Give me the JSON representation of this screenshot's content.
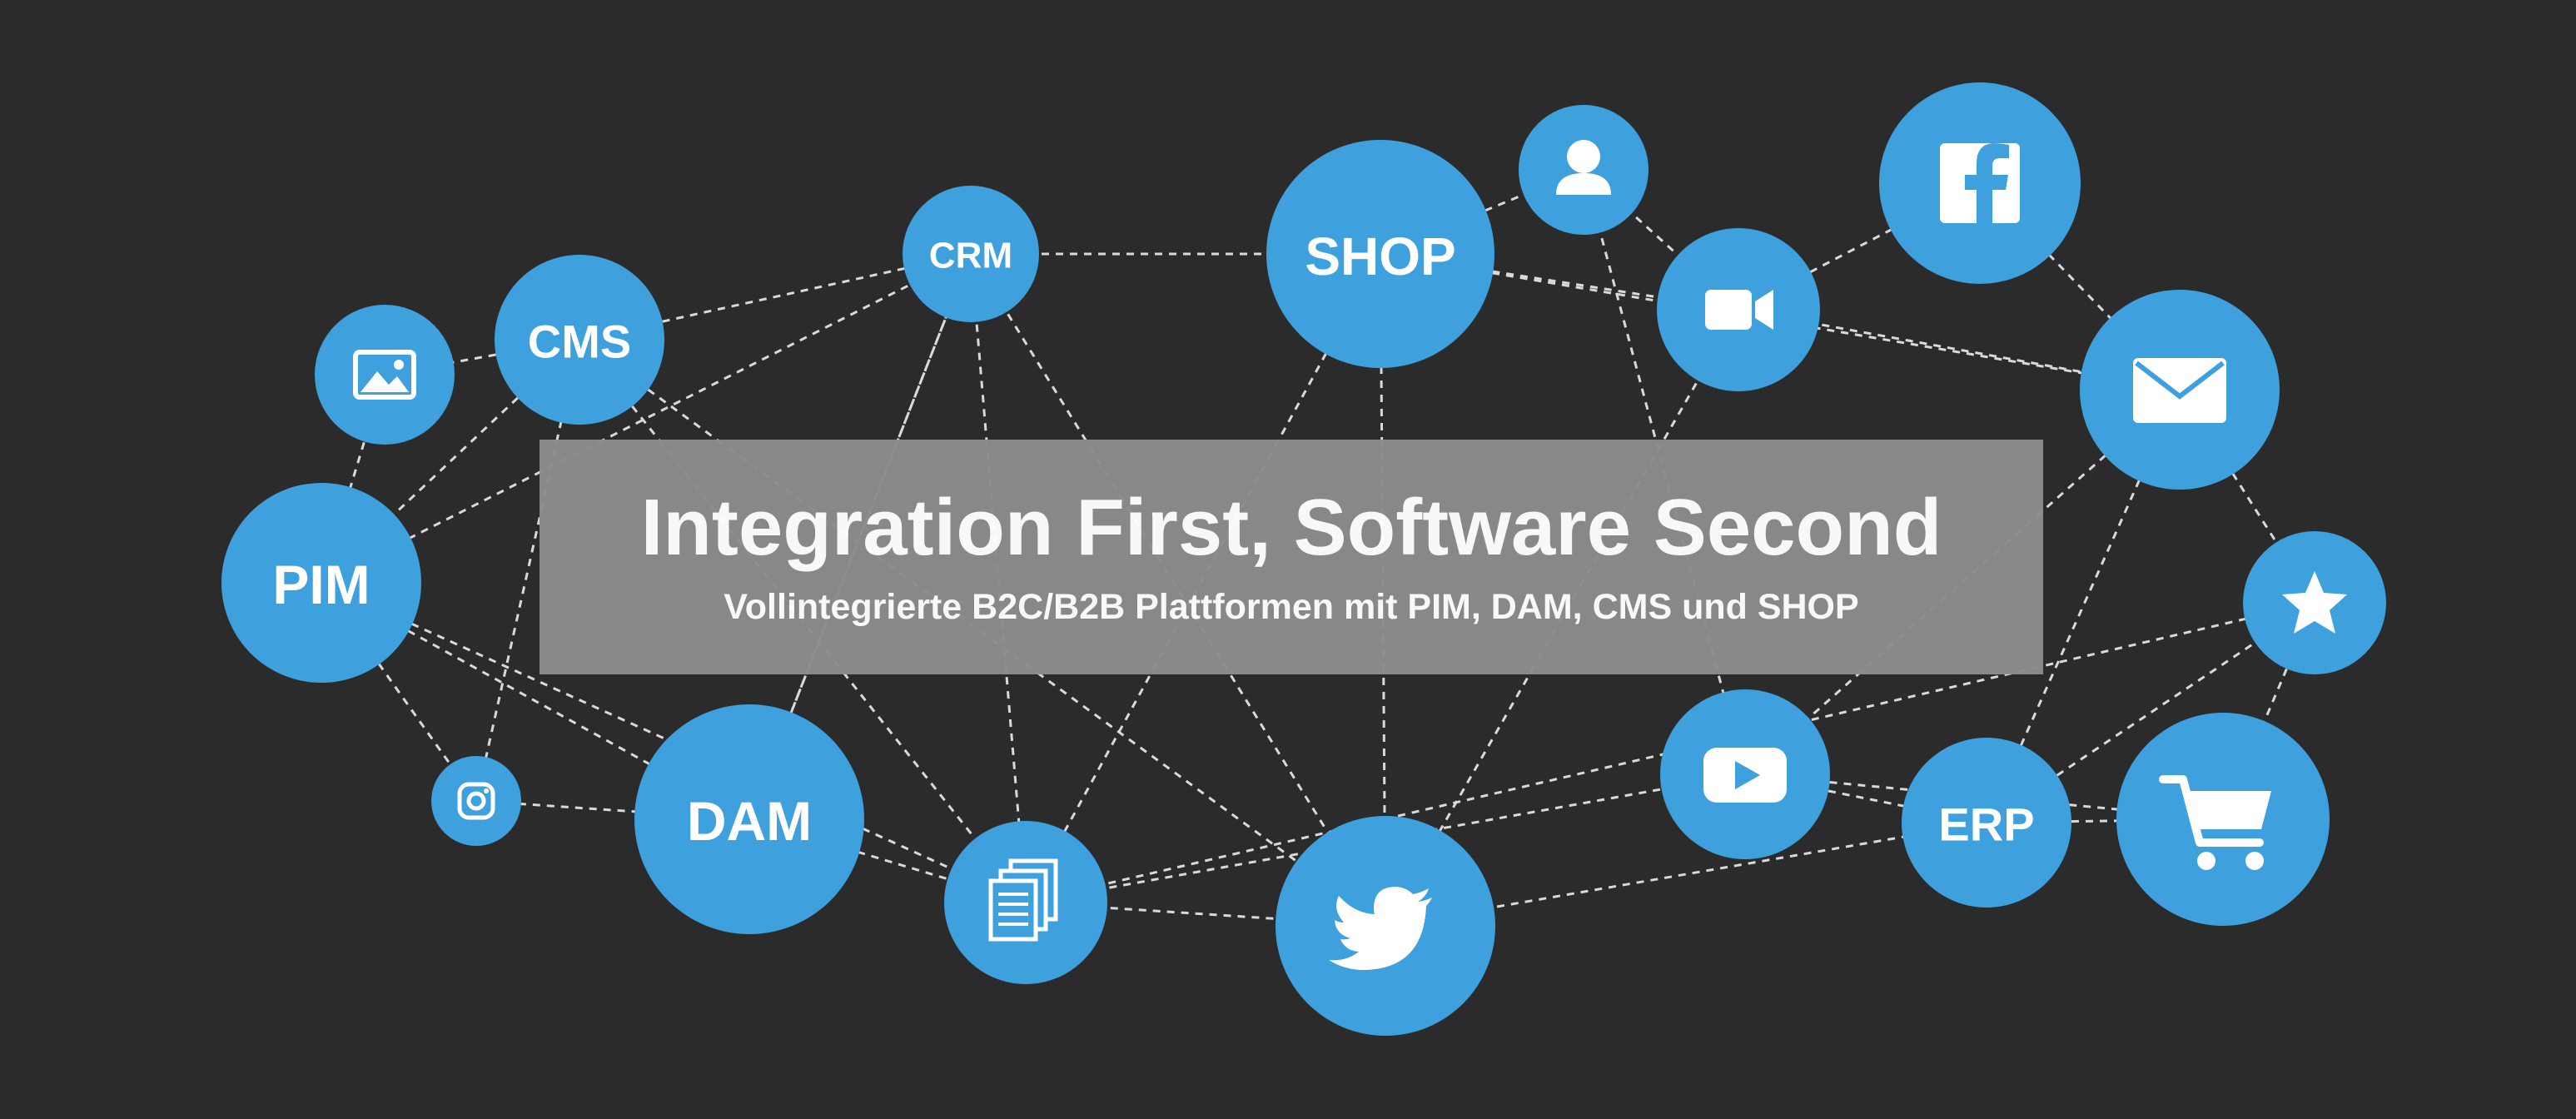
{
  "banner": {
    "title": "Integration First, Software Second",
    "subtitle": "Vollintegrierte B2C/B2B Plattformen mit PIM, DAM, CMS und SHOP"
  },
  "colors": {
    "background": "#2b2b2b",
    "node": "#3ea0dc",
    "edge": "#d9d9d9",
    "banner": "#8c8c8a",
    "text": "#ffffff"
  },
  "nodes": [
    {
      "id": "crm",
      "label": "CRM"
    },
    {
      "id": "shop",
      "label": "SHOP"
    },
    {
      "id": "user",
      "icon": "user-icon"
    },
    {
      "id": "facebook",
      "icon": "facebook-icon"
    },
    {
      "id": "image",
      "icon": "image-icon"
    },
    {
      "id": "cms",
      "label": "CMS"
    },
    {
      "id": "video",
      "icon": "video-camera-icon"
    },
    {
      "id": "mail",
      "icon": "mail-icon"
    },
    {
      "id": "pim",
      "label": "PIM"
    },
    {
      "id": "star",
      "icon": "star-icon"
    },
    {
      "id": "instagram",
      "icon": "instagram-icon"
    },
    {
      "id": "dam",
      "label": "DAM"
    },
    {
      "id": "documents",
      "icon": "documents-icon"
    },
    {
      "id": "twitter",
      "icon": "twitter-icon"
    },
    {
      "id": "youtube",
      "icon": "youtube-icon"
    },
    {
      "id": "erp",
      "label": "ERP"
    },
    {
      "id": "cart",
      "icon": "shopping-cart-icon"
    }
  ],
  "edges": [
    [
      "cms",
      "image"
    ],
    [
      "cms",
      "crm"
    ],
    [
      "cms",
      "pim"
    ],
    [
      "cms",
      "twitter"
    ],
    [
      "cms",
      "documents"
    ],
    [
      "image",
      "pim"
    ],
    [
      "crm",
      "shop"
    ],
    [
      "crm",
      "dam"
    ],
    [
      "crm",
      "twitter"
    ],
    [
      "crm",
      "documents"
    ],
    [
      "crm",
      "pim"
    ],
    [
      "shop",
      "user"
    ],
    [
      "shop",
      "documents"
    ],
    [
      "shop",
      "mail"
    ],
    [
      "shop",
      "video"
    ],
    [
      "user",
      "video"
    ],
    [
      "user",
      "youtube"
    ],
    [
      "facebook",
      "video"
    ],
    [
      "facebook",
      "mail"
    ],
    [
      "video",
      "mail"
    ],
    [
      "video",
      "twitter"
    ],
    [
      "mail",
      "star"
    ],
    [
      "mail",
      "erp"
    ],
    [
      "mail",
      "youtube"
    ],
    [
      "pim",
      "instagram"
    ],
    [
      "pim",
      "dam"
    ],
    [
      "pim",
      "documents"
    ],
    [
      "instagram",
      "dam"
    ],
    [
      "instagram",
      "cms"
    ],
    [
      "dam",
      "documents"
    ],
    [
      "dam",
      "crm"
    ],
    [
      "documents",
      "twitter"
    ],
    [
      "documents",
      "youtube"
    ],
    [
      "documents",
      "star"
    ],
    [
      "twitter",
      "erp"
    ],
    [
      "twitter",
      "shop"
    ],
    [
      "youtube",
      "erp"
    ],
    [
      "youtube",
      "cart"
    ],
    [
      "erp",
      "cart"
    ],
    [
      "erp",
      "star"
    ],
    [
      "cart",
      "star"
    ]
  ]
}
